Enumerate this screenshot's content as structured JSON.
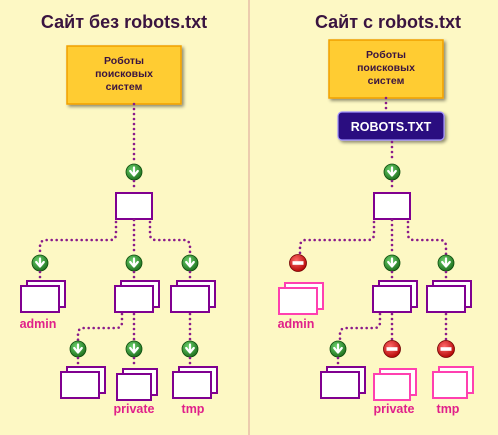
{
  "colors": {
    "background": "#fdf8c4",
    "divider": "#e0b0a0",
    "title": "#3a1440",
    "folder_active": "#800090",
    "folder_blocked": "#ff40b0",
    "connector": "#8a1a8a",
    "label": "#e0208a",
    "engine_box": "#ffcc33",
    "engine_border": "#f0a000",
    "robots_box": "#2a1080",
    "robots_text": "#ffffff",
    "allow_icon": "#208020",
    "deny_icon": "#e01818"
  },
  "left": {
    "title": "Сайт без robots.txt",
    "engine_lines": [
      "Роботы",
      "поисковых",
      "систем"
    ],
    "labels": {
      "admin": "admin",
      "private": "private",
      "tmp": "tmp"
    }
  },
  "right": {
    "title": "Сайт с robots.txt",
    "engine_lines": [
      "Роботы",
      "поисковых",
      "систем"
    ],
    "robots_label": "ROBOTS.TXT",
    "labels": {
      "admin": "admin",
      "private": "private",
      "tmp": "tmp"
    }
  },
  "icons": {
    "allow": "down-arrow-circle-icon",
    "deny": "no-entry-icon"
  }
}
